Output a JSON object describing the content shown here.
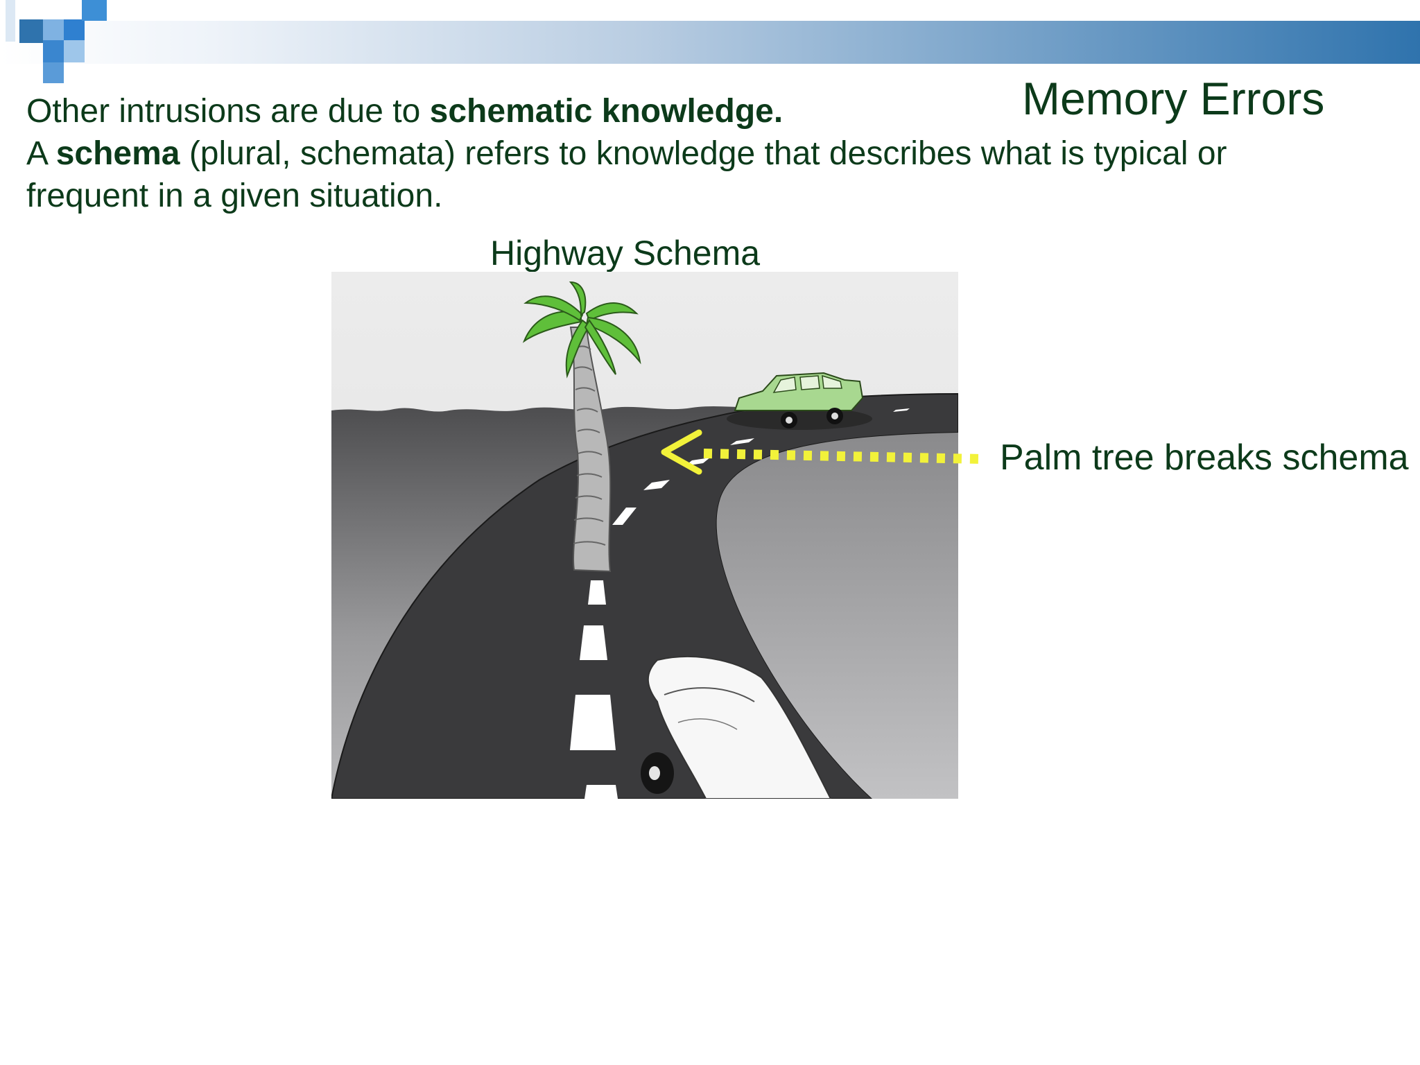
{
  "slide": {
    "title": "Memory Errors",
    "paragraph1": {
      "before": "Other intrusions are due to ",
      "bold": "schematic knowledge."
    },
    "paragraph2": {
      "lead": "A ",
      "bold": "schema",
      "rest": " (plural, schemata) refers to knowledge that describes what is typical or frequent in a given situation."
    },
    "figure": {
      "caption": "Highway Schema",
      "callout": "Palm tree breaks schema"
    }
  },
  "colors": {
    "text": "#0c3a1a",
    "accent_blue": "#2f73ad",
    "arrow_yellow": "#f2f23a",
    "road": "#3a3a3c",
    "palm_leaf": "#5fbf3a",
    "car_green": "#a8d890"
  }
}
